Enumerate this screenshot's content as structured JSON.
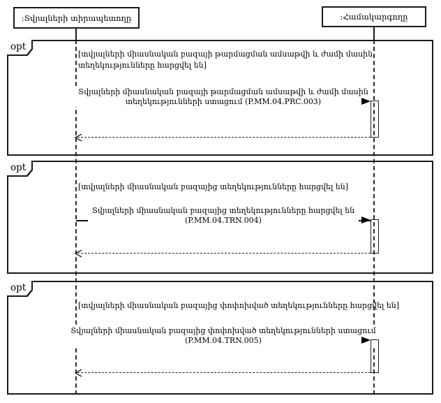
{
  "diagram": {
    "type": "uml-sequence",
    "colors": {
      "line": "#1a1a1a",
      "background": "#ffffff"
    },
    "actors": {
      "left": ":Տվյալների տիրապետողը",
      "right": ":Համակարգողը"
    },
    "fragments": [
      {
        "operator": "opt",
        "guard_lines": [
          "[տվյալների միասնական բազայի թարմացման ամսաթվի և ժամի մասին",
          "տեղեկությունները հարցվել են]"
        ],
        "message": {
          "line1": "Տվյալների միասնական բազայի թարմացման ամսաթվի և ժամի մասին",
          "line2": "տեղեկությունների ստացում (P.MM.04.PRC.003)"
        }
      },
      {
        "operator": "opt",
        "guard_lines": [
          "[տվյալների միասնական բազայից տեղեկությունները հարցվել են]"
        ],
        "message": {
          "line1": "Տվյալների միասնական բազայից տեղեկությունները հարցվել են",
          "line2": "(P.MM.04.TRN.004)"
        }
      },
      {
        "operator": "opt",
        "guard_lines": [
          "[տվյալների միասնական բազայից փոփոխված տեղեկությունները հարցվել են]"
        ],
        "message": {
          "line1": "Տվյալների միասնական բազայից փոփոխված տեղեկությունների ստացում",
          "line2": "(P.MM.04.TRN.005)"
        }
      }
    ]
  }
}
